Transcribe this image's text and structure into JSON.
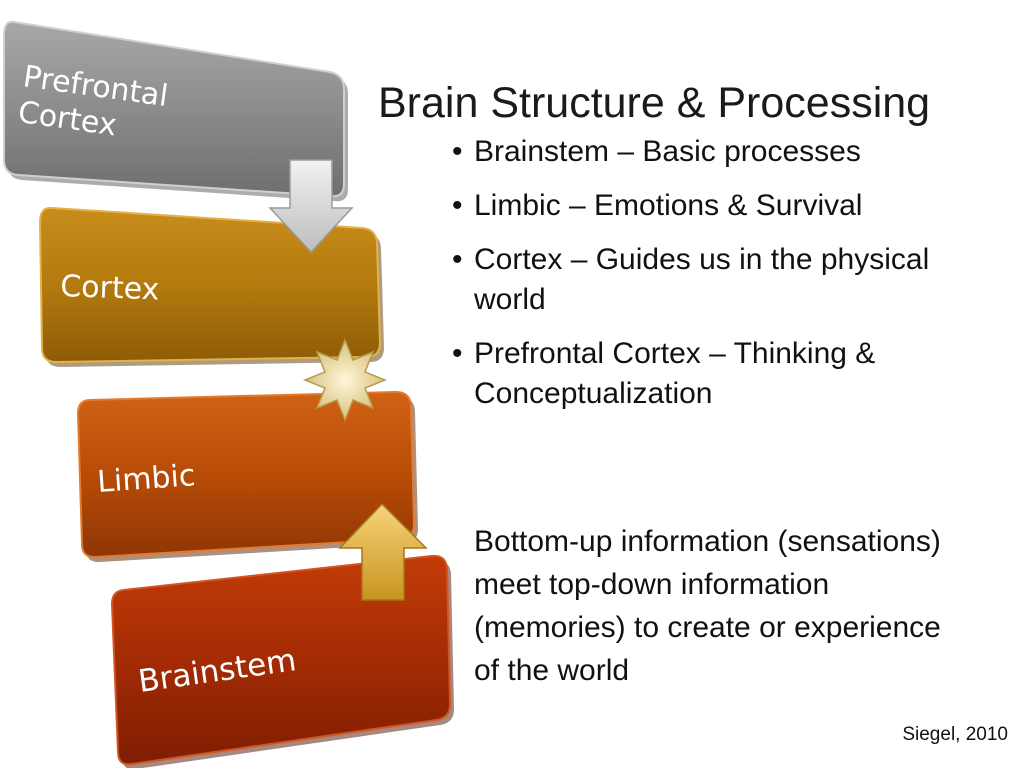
{
  "slide": {
    "title": "Brain Structure & Processing",
    "bullets": [
      "Brainstem – Basic processes",
      "Limbic – Emotions & Survival",
      "Cortex – Guides us in the physical world",
      "Prefrontal Cortex – Thinking & Conceptualization"
    ],
    "summary": "Bottom-up information (sensations) meet top-down information (memories)  to create or experience of the world",
    "citation": "Siegel, 2010"
  },
  "diagram": {
    "boxes": [
      {
        "id": "prefrontal",
        "label_lines": [
          "Prefrontal",
          "Cortex"
        ],
        "color": "#8a8a8a"
      },
      {
        "id": "cortex",
        "label_lines": [
          "Cortex"
        ],
        "color": "#b37a0c"
      },
      {
        "id": "limbic",
        "label_lines": [
          "Limbic"
        ],
        "color": "#b84c07"
      },
      {
        "id": "brainstem",
        "label_lines": [
          "Brainstem"
        ],
        "color": "#a42b04"
      }
    ],
    "connectors": [
      {
        "name": "down-arrow",
        "color": "#d9d9d9"
      },
      {
        "name": "starburst",
        "color": "#e8d7a8"
      },
      {
        "name": "up-arrow",
        "color": "#f0c050"
      }
    ]
  }
}
